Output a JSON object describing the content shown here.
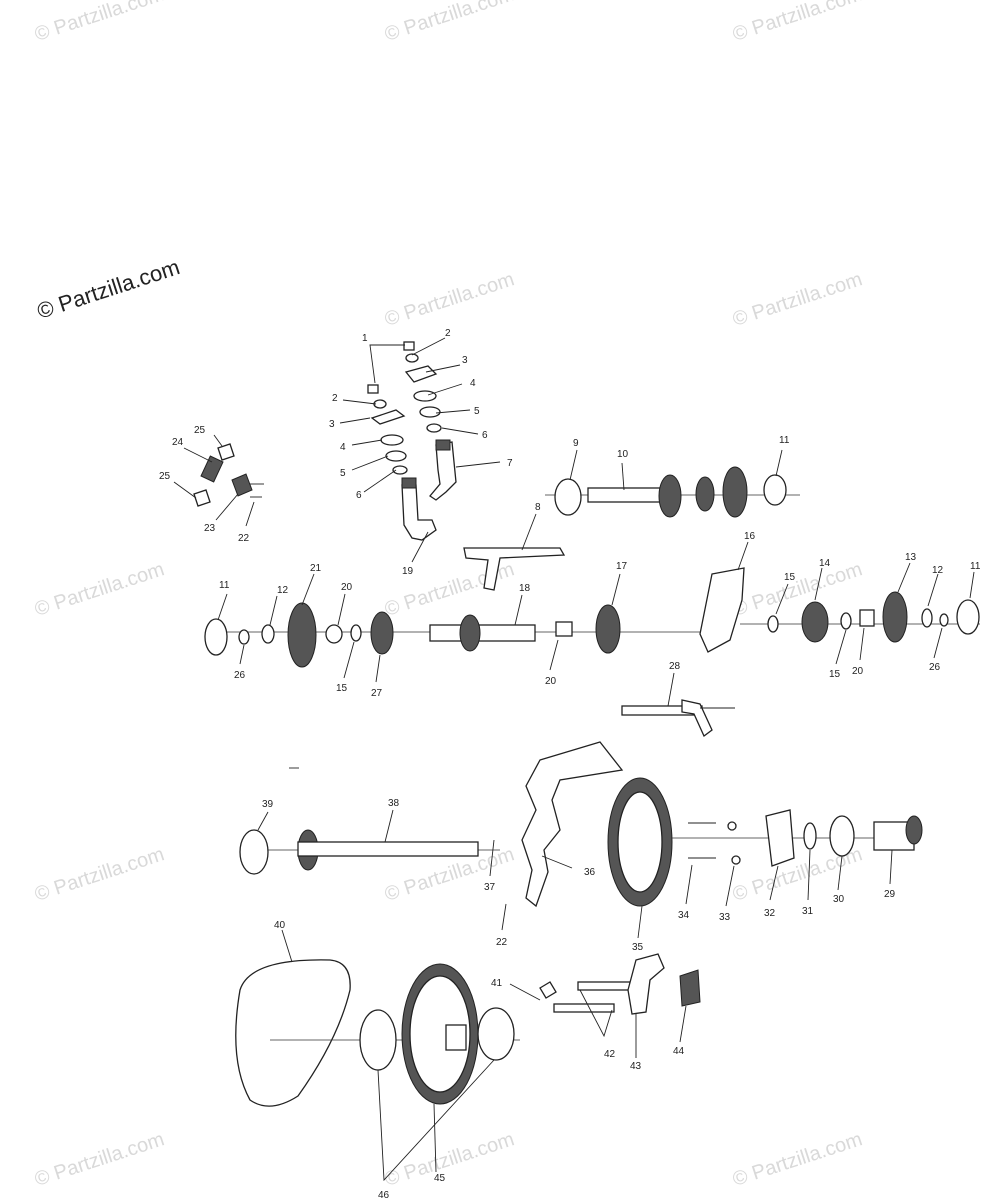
{
  "copyright": "© Partzilla.com",
  "watermark": "© Partzilla.com",
  "callouts": [
    "1",
    "2",
    "3",
    "4",
    "5",
    "6",
    "7",
    "8",
    "9",
    "10",
    "11",
    "12",
    "13",
    "14",
    "15",
    "16",
    "17",
    "18",
    "19",
    "20",
    "21",
    "22",
    "23",
    "24",
    "25",
    "26",
    "27",
    "28",
    "29",
    "30",
    "31",
    "32",
    "33",
    "34",
    "35",
    "36",
    "37",
    "38",
    "39",
    "40",
    "41",
    "42",
    "43",
    "44",
    "45",
    "46"
  ]
}
